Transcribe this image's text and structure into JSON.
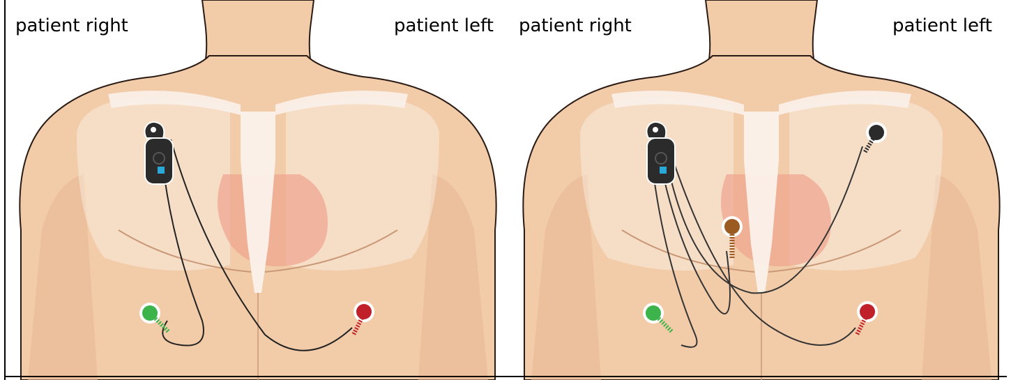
{
  "panels": [
    {
      "id": "two-lead",
      "label_right": "patient right",
      "label_left": "patient left"
    },
    {
      "id": "five-lead",
      "label_right": "patient right",
      "label_left": "patient left"
    }
  ],
  "colors": {
    "skin": "#f2cba8",
    "skin_shadow": "#e0a985",
    "outline": "#2a1a14",
    "bone": "#fbf1ea",
    "heart": "#f0a48f",
    "device": "#2b2b2b",
    "device_button": "#2aa8d8",
    "lead_green": "#3cb44b",
    "lead_red": "#c0202a",
    "lead_black": "#2b2b2b",
    "lead_brown": "#9a5a22",
    "wire": "#222222"
  },
  "icons": [
    "ecg-monitor-device-icon",
    "electrode-green-icon",
    "electrode-red-icon",
    "electrode-black-icon",
    "electrode-brown-icon"
  ]
}
